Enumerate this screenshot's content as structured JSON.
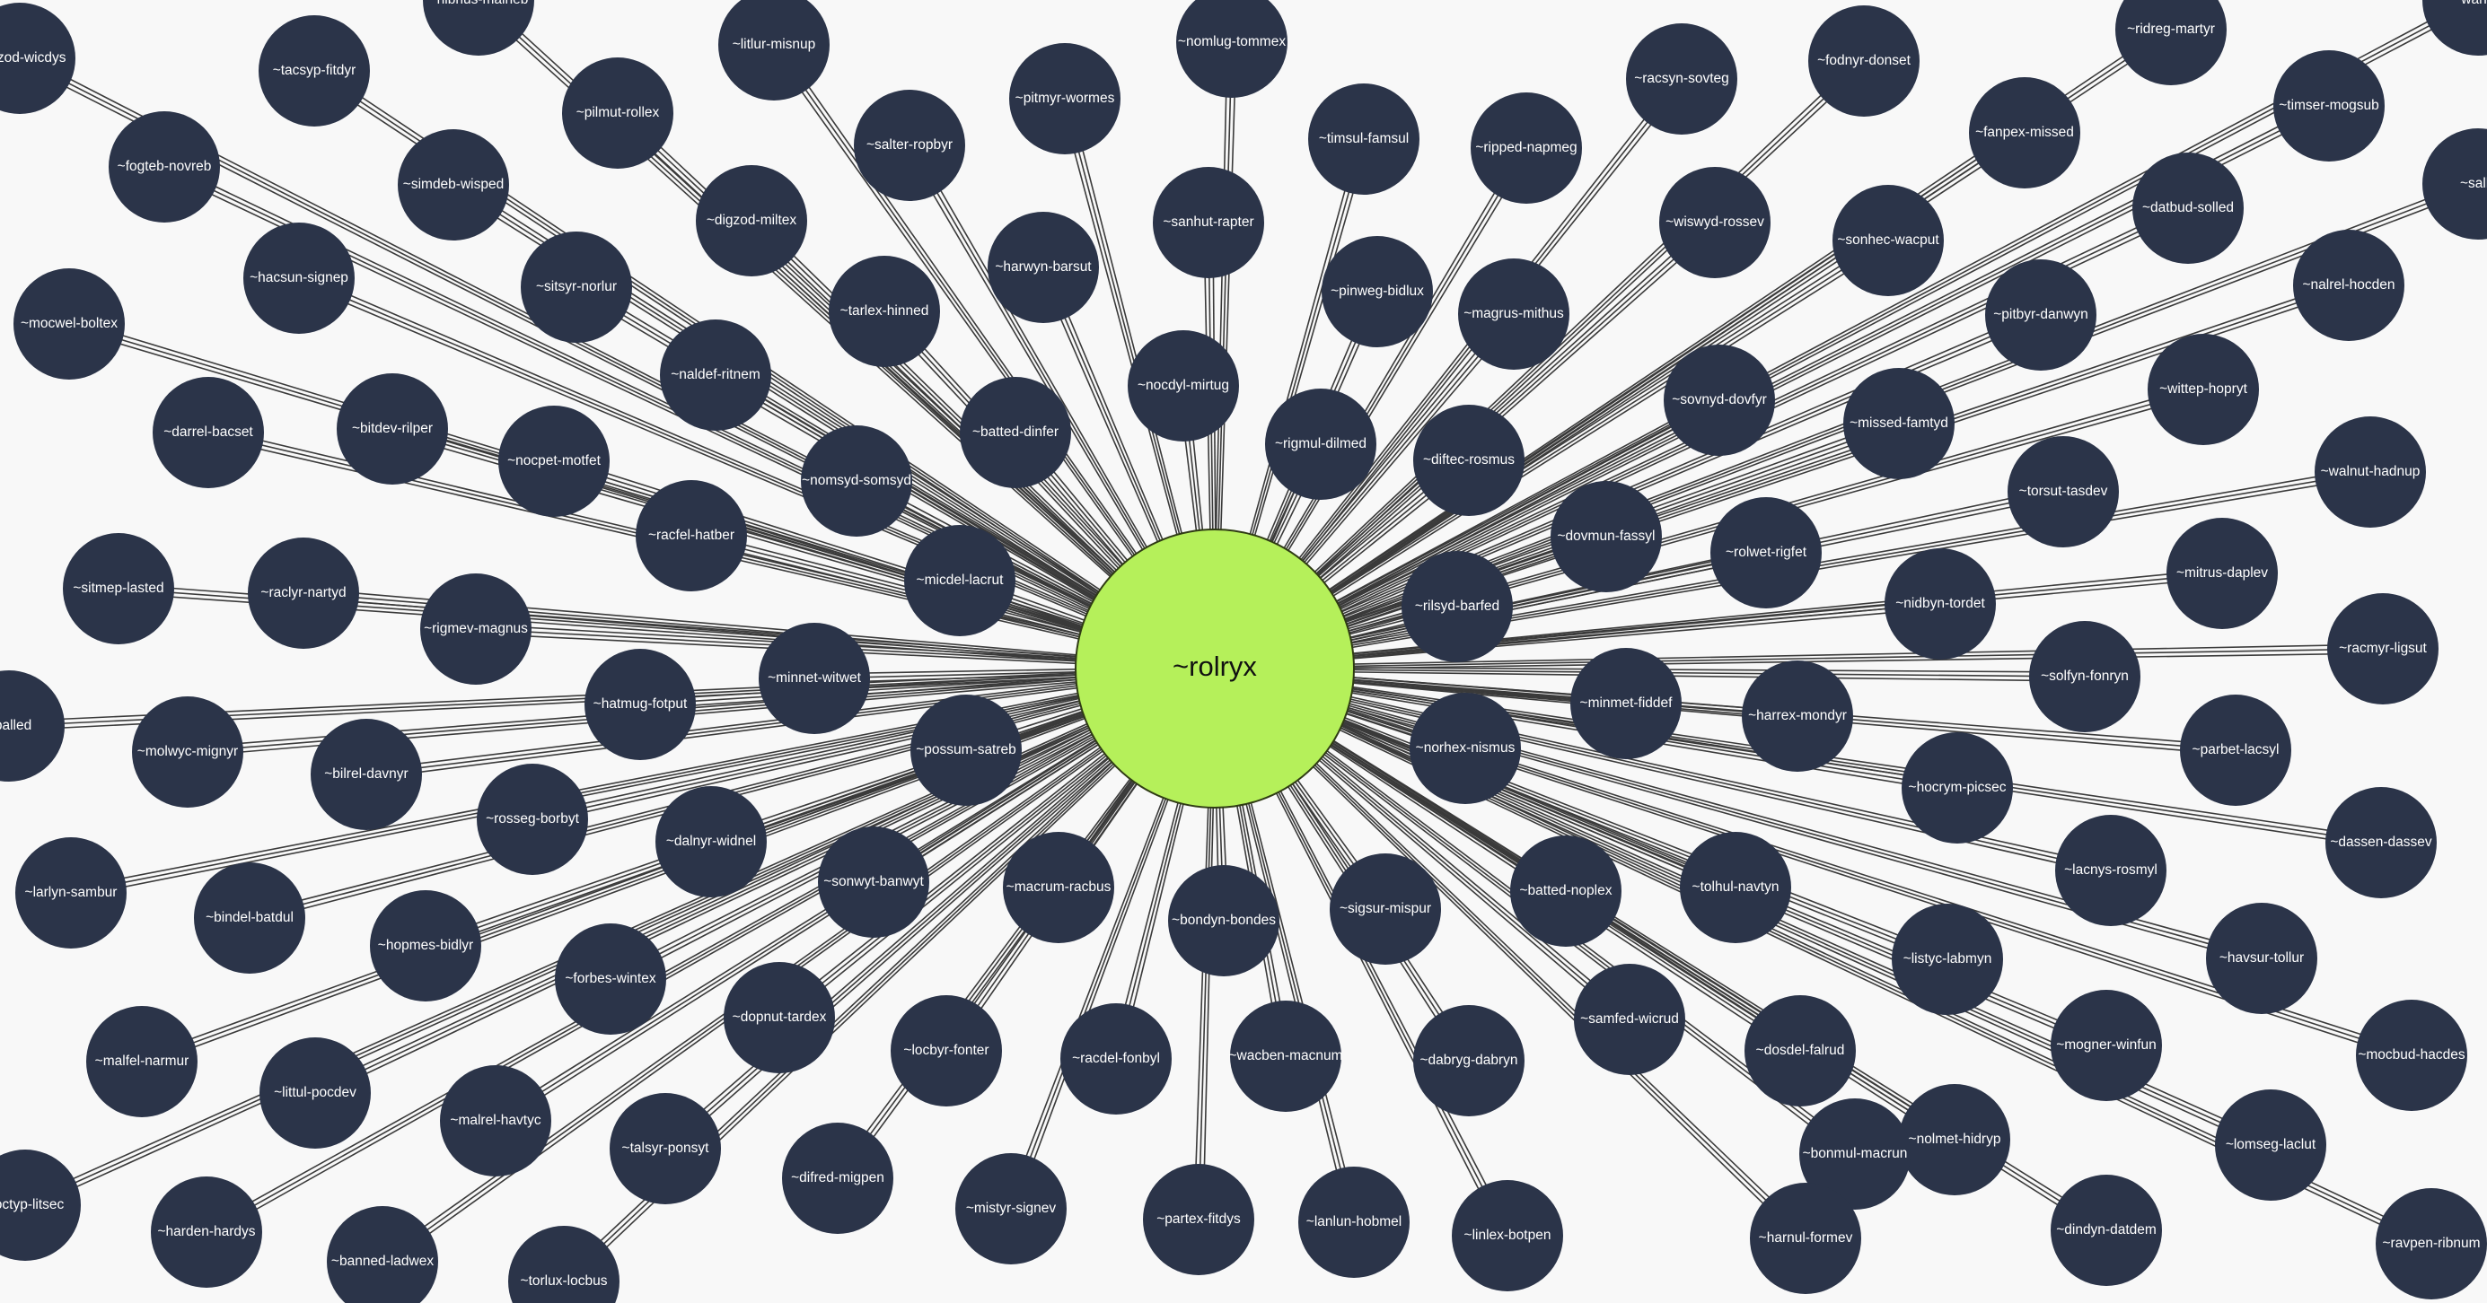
{
  "graph": {
    "center": {
      "label": "~rolryx",
      "color": "#b5f05a"
    },
    "node_color": "#2b3449",
    "edge_color": "#3a3a3a",
    "nodes": [
      "~pozod-wicdys",
      "~nibhus-maineb",
      "~tacsyp-fitdyr",
      "~litlur-misnup",
      "~nomlug-tommex",
      "~ridreg-martyr",
      "~wanfer",
      "~pilmut-rollex",
      "~pitmyr-wormes",
      "~racsyn-sovteg",
      "~fodnyr-donset",
      "~timser-mogsub",
      "~fogteb-novreb",
      "~salter-ropbyr",
      "~timsul-famsul",
      "~ripped-napmeg",
      "~fanpex-missed",
      "~sally",
      "~simdeb-wisped",
      "~digzod-miltex",
      "~sanhut-rapter",
      "~wiswyd-rossev",
      "~sonhec-wacput",
      "~datbud-solled",
      "~hacsun-signep",
      "~sitsyr-norlur",
      "~harwyn-barsut",
      "~pinweg-bidlux",
      "~magrus-mithus",
      "~nalrel-hocden",
      "~mocwel-boltex",
      "~tarlex-hinned",
      "~pitbyr-danwyn",
      "~naldef-ritnem",
      "~nocdyl-mirtug",
      "~wittep-hopryt",
      "~darrel-bacset",
      "~bitdev-rilper",
      "~sovnyd-dovfyr",
      "~missed-famtyd",
      "~batted-dinfer",
      "~rigmul-dilmed",
      "~diftec-rosmus",
      "~nocpet-motfet",
      "~walnut-hadnup",
      "~nomsyd-somsyd",
      "~torsut-tasdev",
      "~dovmun-fassyl",
      "~racfel-hatber",
      "~rolwet-rigfet",
      "~mitrus-daplev",
      "~micdel-lacrut",
      "~sitmep-lasted",
      "~raclyr-nartyd",
      "~rilsyd-barfed",
      "~nidbyn-tordet",
      "~rigmev-magnus",
      "~racmyr-ligsut",
      "~minnet-witwet",
      "~solfyn-fonryn",
      "~hatmug-fotput",
      "~minmet-fiddef",
      "~harrex-mondyr",
      "~balled",
      "~possum-satreb",
      "~norhex-nismus",
      "~molwyc-mignyr",
      "~parbet-lacsyl",
      "~bilrel-davnyr",
      "~hocrym-picsec",
      "~rosseg-borbyt",
      "~dalnyr-widnel",
      "~dassen-dassev",
      "~sonwyt-banwyt",
      "~macrum-racbus",
      "~larlyn-sambur",
      "~tolhul-navtyn",
      "~batted-noplex",
      "~sigsur-mispur",
      "~bondyn-bondes",
      "~lacnys-rosmyl",
      "~bindel-batdul",
      "~hopmes-bidlyr",
      "~listyc-labmyn",
      "~havsur-tollur",
      "~forbes-wintex",
      "~dopnut-tardex",
      "~samfed-wicrud",
      "~locbyr-fonter",
      "~racdel-fonbyl",
      "~wacben-macnum",
      "~dabryg-dabryn",
      "~dosdel-falrud",
      "~mogner-winfun",
      "~mocbud-hacdes",
      "~malfel-narmur",
      "~littul-pocdev",
      "~malrel-havtyc",
      "~nolmet-hidryp",
      "~talsyr-ponsyt",
      "~bonmul-macrun",
      "~lomseg-laclut",
      "~difred-migpen",
      "~mistyr-signev",
      "~partex-fitdys",
      "~lanlun-hobmel",
      "~linlex-botpen",
      "~harnul-formev",
      "~octyp-litsec",
      "~harden-hardys",
      "~dindyn-datdem",
      "~ravpen-ribnum",
      "~banned-ladwex",
      "~torlux-locbus"
    ]
  }
}
